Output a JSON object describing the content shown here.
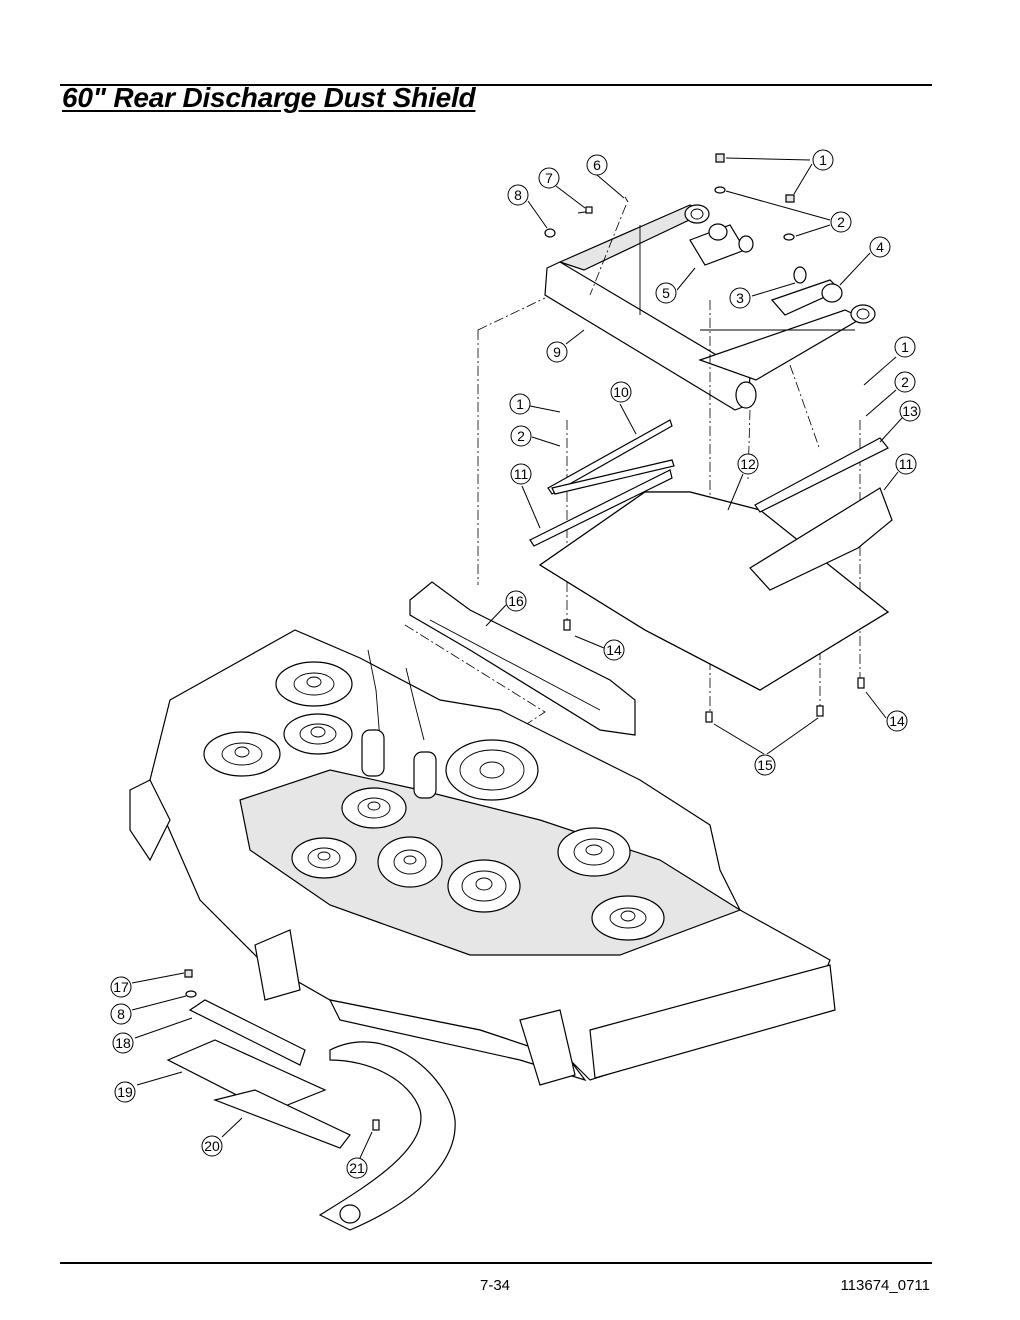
{
  "title": "60\" Rear Discharge Dust Shield",
  "footer": {
    "page_number": "7-34",
    "doc_code": "113674_0711"
  },
  "callouts": [
    "1",
    "2",
    "3",
    "4",
    "5",
    "6",
    "7",
    "8",
    "9",
    "10",
    "11",
    "12",
    "13",
    "14",
    "15",
    "16",
    "17",
    "18",
    "19",
    "20",
    "21"
  ],
  "diagram": {
    "callout_labels": [
      {
        "name": "callout-1-top",
        "label": "1"
      },
      {
        "name": "callout-2-top",
        "label": "2"
      },
      {
        "name": "callout-3",
        "label": "3"
      },
      {
        "name": "callout-4",
        "label": "4"
      },
      {
        "name": "callout-5",
        "label": "5"
      },
      {
        "name": "callout-6",
        "label": "6"
      },
      {
        "name": "callout-7",
        "label": "7"
      },
      {
        "name": "callout-8-top",
        "label": "8"
      },
      {
        "name": "callout-9",
        "label": "9"
      },
      {
        "name": "callout-1-right",
        "label": "1"
      },
      {
        "name": "callout-2-right",
        "label": "2"
      },
      {
        "name": "callout-13",
        "label": "13"
      },
      {
        "name": "callout-1-left",
        "label": "1"
      },
      {
        "name": "callout-10",
        "label": "10"
      },
      {
        "name": "callout-2-left",
        "label": "2"
      },
      {
        "name": "callout-11-left",
        "label": "11"
      },
      {
        "name": "callout-12",
        "label": "12"
      },
      {
        "name": "callout-11-right",
        "label": "11"
      },
      {
        "name": "callout-16",
        "label": "16"
      },
      {
        "name": "callout-14-left",
        "label": "14"
      },
      {
        "name": "callout-14-right",
        "label": "14"
      },
      {
        "name": "callout-15",
        "label": "15"
      },
      {
        "name": "callout-17",
        "label": "17"
      },
      {
        "name": "callout-8-bottom",
        "label": "8"
      },
      {
        "name": "callout-18",
        "label": "18"
      },
      {
        "name": "callout-19",
        "label": "19"
      },
      {
        "name": "callout-20",
        "label": "20"
      },
      {
        "name": "callout-21",
        "label": "21"
      }
    ]
  }
}
